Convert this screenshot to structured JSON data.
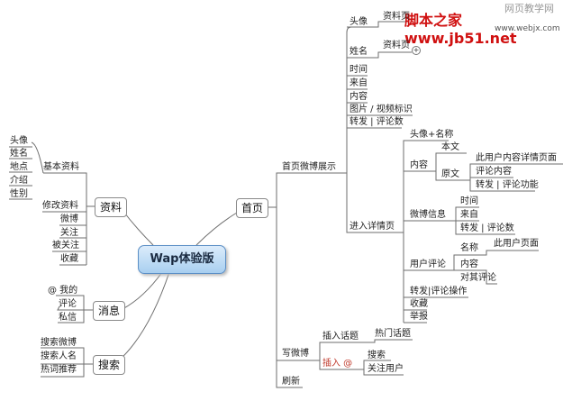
{
  "watermark": {
    "site": "脚本之家",
    "url": "www.jb51.net",
    "sub": "www.webjx.com",
    "top": "网页教学网"
  },
  "center": "Wap体验版",
  "nodes": {
    "home": "首页",
    "profile": "资料",
    "messages": "消息",
    "search": "搜索"
  },
  "profile": {
    "basic": "基本资料",
    "basic_items": [
      "头像",
      "姓名",
      "地点",
      "介绍",
      "性别"
    ],
    "edit": "修改资料",
    "weibo": "微博",
    "following": "关注",
    "followers": "被关注",
    "favorites": "收藏"
  },
  "messages": [
    "@ 我的",
    "评论",
    "私信"
  ],
  "search": [
    "搜索微博",
    "搜索人名",
    "热词推荐"
  ],
  "home": {
    "feed": "首页微博展示",
    "feed_items": [
      "头像",
      "姓名",
      "时间",
      "来自",
      "内容",
      "图片 / 视频标识",
      "转发 | 评论数"
    ],
    "avatar_link": "资料页",
    "name_link": "资料页",
    "detail": "进入详情页",
    "detail_items": {
      "avatar_name": "头像+名称",
      "content": "内容",
      "body": "本文",
      "original": "原文",
      "original_items": [
        "此用户内容详情页面",
        "评论内容",
        "转发 | 评论功能"
      ],
      "info": "微博信息",
      "info_items": [
        "时间",
        "来自",
        "转发 | 评论数"
      ],
      "user_comment": "用户评论",
      "uc_items": [
        "名称",
        "内容"
      ],
      "uc_name_link": "此用户页面",
      "uc_content_link": "对其评论",
      "repost": "转发|评论操作",
      "fav": "收藏",
      "report": "举报"
    },
    "write": "写微博",
    "insert_topic": "插入话题",
    "hot_topic": "热门话题",
    "insert_at": "插入 @",
    "at_items": [
      "搜索",
      "关注用户"
    ],
    "refresh": "刷新"
  }
}
